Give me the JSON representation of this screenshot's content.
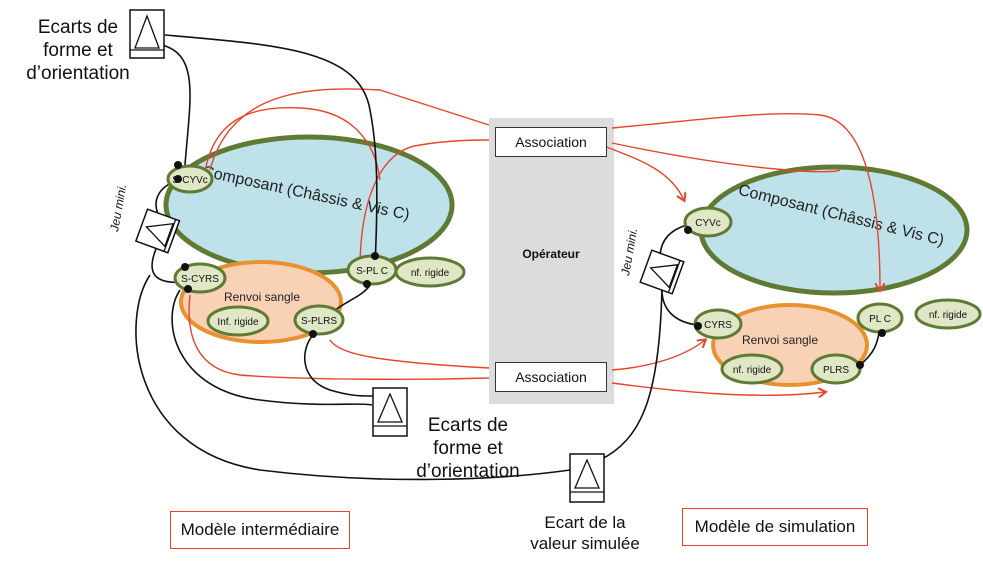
{
  "labels": {
    "ecarts_top": [
      "Ecarts de",
      "forme et",
      "d’orientation"
    ],
    "ecarts_bottom": [
      "Ecarts de",
      "forme et",
      "d’orientation"
    ],
    "ecart_valeur": [
      "Ecart de la",
      "valeur simulée"
    ],
    "jeu_left": "Jeu mini.",
    "jeu_right": "Jeu mini.",
    "association_top": "Association",
    "association_bottom": "Association",
    "operateur": "Opérateur",
    "modele_intermediaire": "Modèle intermédiaire",
    "modele_simulation": "Modèle de simulation"
  },
  "left_model": {
    "composant": "Composant (Châssis & Vis C)",
    "renvoi": "Renvoi sangle",
    "nodes": {
      "s_cyvc": "S-CYVc",
      "s_plc": "S-PL C",
      "inf_rigide_1": "nf. rigide",
      "s_cyrs": "S-CYRS",
      "inf_rigide_2": "Inf. rigide",
      "s_plrs": "S-PLRS"
    }
  },
  "right_model": {
    "composant": "Composant (Châssis & Vis C)",
    "renvoi": "Renvoi sangle",
    "nodes": {
      "cyvc": "CYVc",
      "plc": "PL C",
      "inf_rigide_1": "nf. rigide",
      "cyrs": "CYRS",
      "inf_rigide_2": "nf. rigide",
      "plrs": "PLRS"
    }
  },
  "colors": {
    "green_border": "#5f7a33",
    "blue_fill": "#bfe2ea",
    "orange_fill": "#f9d2b6",
    "orange_border": "#e8922f",
    "node_fill": "#dfe7c7",
    "red_line": "#e8442c",
    "operator_fill": "#dcdcdc"
  }
}
